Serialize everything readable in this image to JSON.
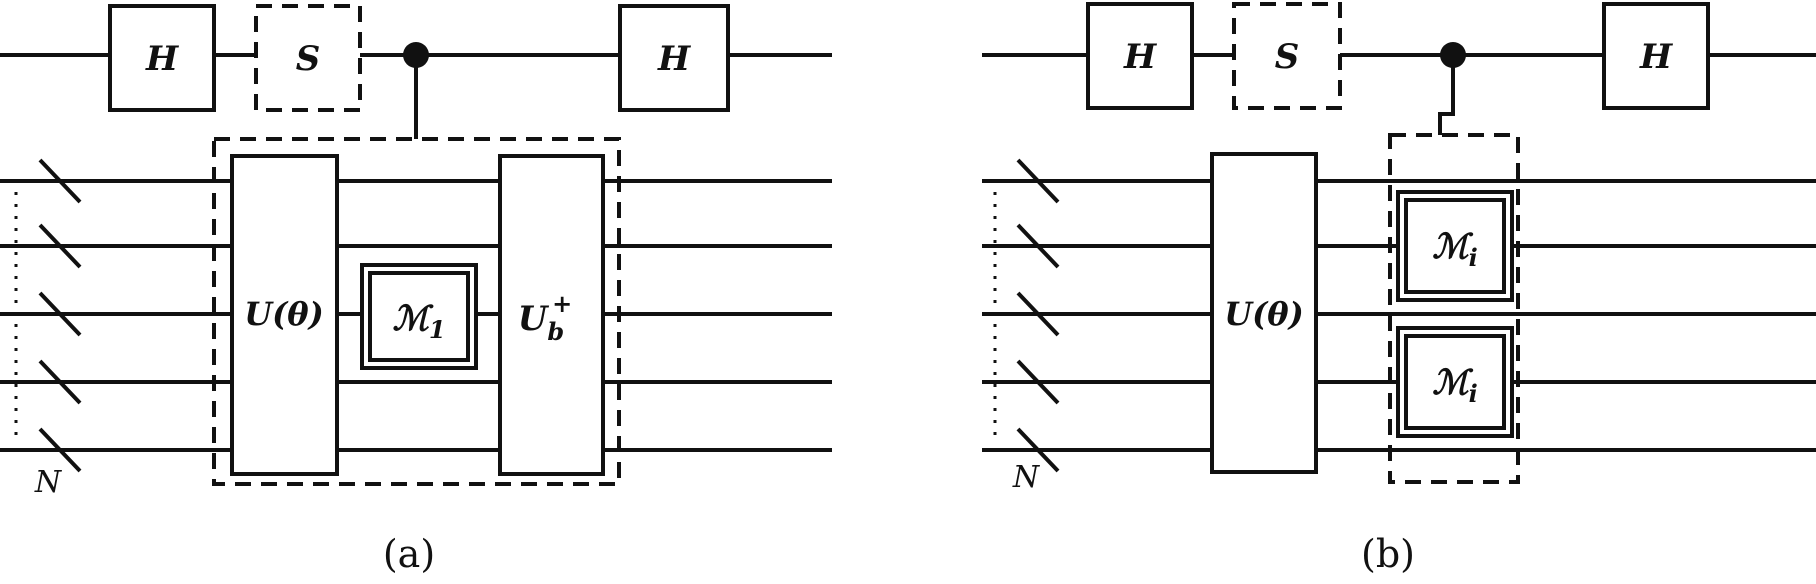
{
  "panel_a": {
    "gate_h_left": "H",
    "gate_s": "S",
    "gate_h_right": "H",
    "gate_u": "U(θ)",
    "gate_m": "ℳ",
    "gate_m_sub": "1",
    "gate_ub": "U",
    "gate_ub_sub": "b",
    "gate_ub_sup": "+",
    "qubit_count_label": "N",
    "caption": "(a)"
  },
  "panel_b": {
    "gate_h_left": "H",
    "gate_s": "S",
    "gate_h_right": "H",
    "gate_u": "U(θ)",
    "gate_m_upper": "ℳ",
    "gate_m_upper_sub": "i",
    "gate_m_lower": "ℳ",
    "gate_m_lower_sub": "i",
    "qubit_count_label": "N",
    "caption": "(b)"
  }
}
